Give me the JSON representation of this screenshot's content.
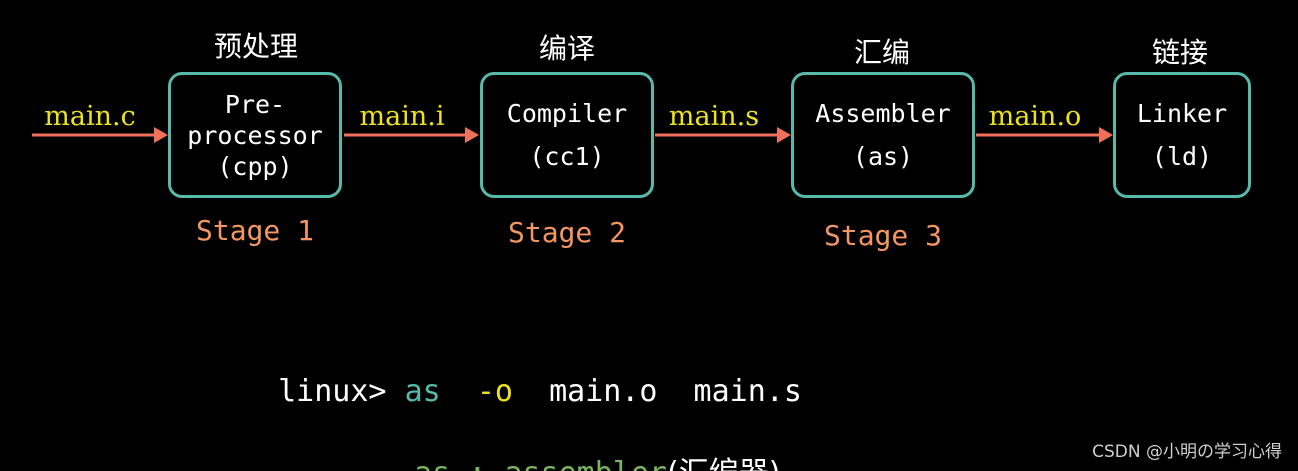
{
  "stages": [
    {
      "zh_title": "预处理",
      "lines": [
        "Pre-",
        "processor",
        "(cpp)"
      ],
      "stage_label": "Stage 1"
    },
    {
      "zh_title": "编译",
      "lines": [
        "Compiler",
        "(cc1)"
      ],
      "stage_label": "Stage 2"
    },
    {
      "zh_title": "汇编",
      "lines": [
        "Assembler",
        "(as)"
      ],
      "stage_label": "Stage 3"
    },
    {
      "zh_title": "链接",
      "lines": [
        "Linker",
        "(ld)"
      ]
    }
  ],
  "files": [
    "main.c",
    "main.i",
    "main.s",
    "main.o"
  ],
  "command": {
    "prompt": "linux>",
    "tool": "as",
    "flag": "-o",
    "args": "main.o  main.s"
  },
  "explanation": {
    "tool": "as",
    "separator": ":",
    "word": "assembler",
    "zh": "(汇编器)"
  },
  "watermark": "CSDN @小明の学习心得",
  "colors": {
    "box_border": "#56b9aa",
    "file_label": "#ede21d",
    "stage_label": "#f39661",
    "arrow": "#f0705a",
    "command_tool": "#56b9aa",
    "command_flag": "#ede21d",
    "explanation": "#7cb561",
    "background": "#000000"
  }
}
